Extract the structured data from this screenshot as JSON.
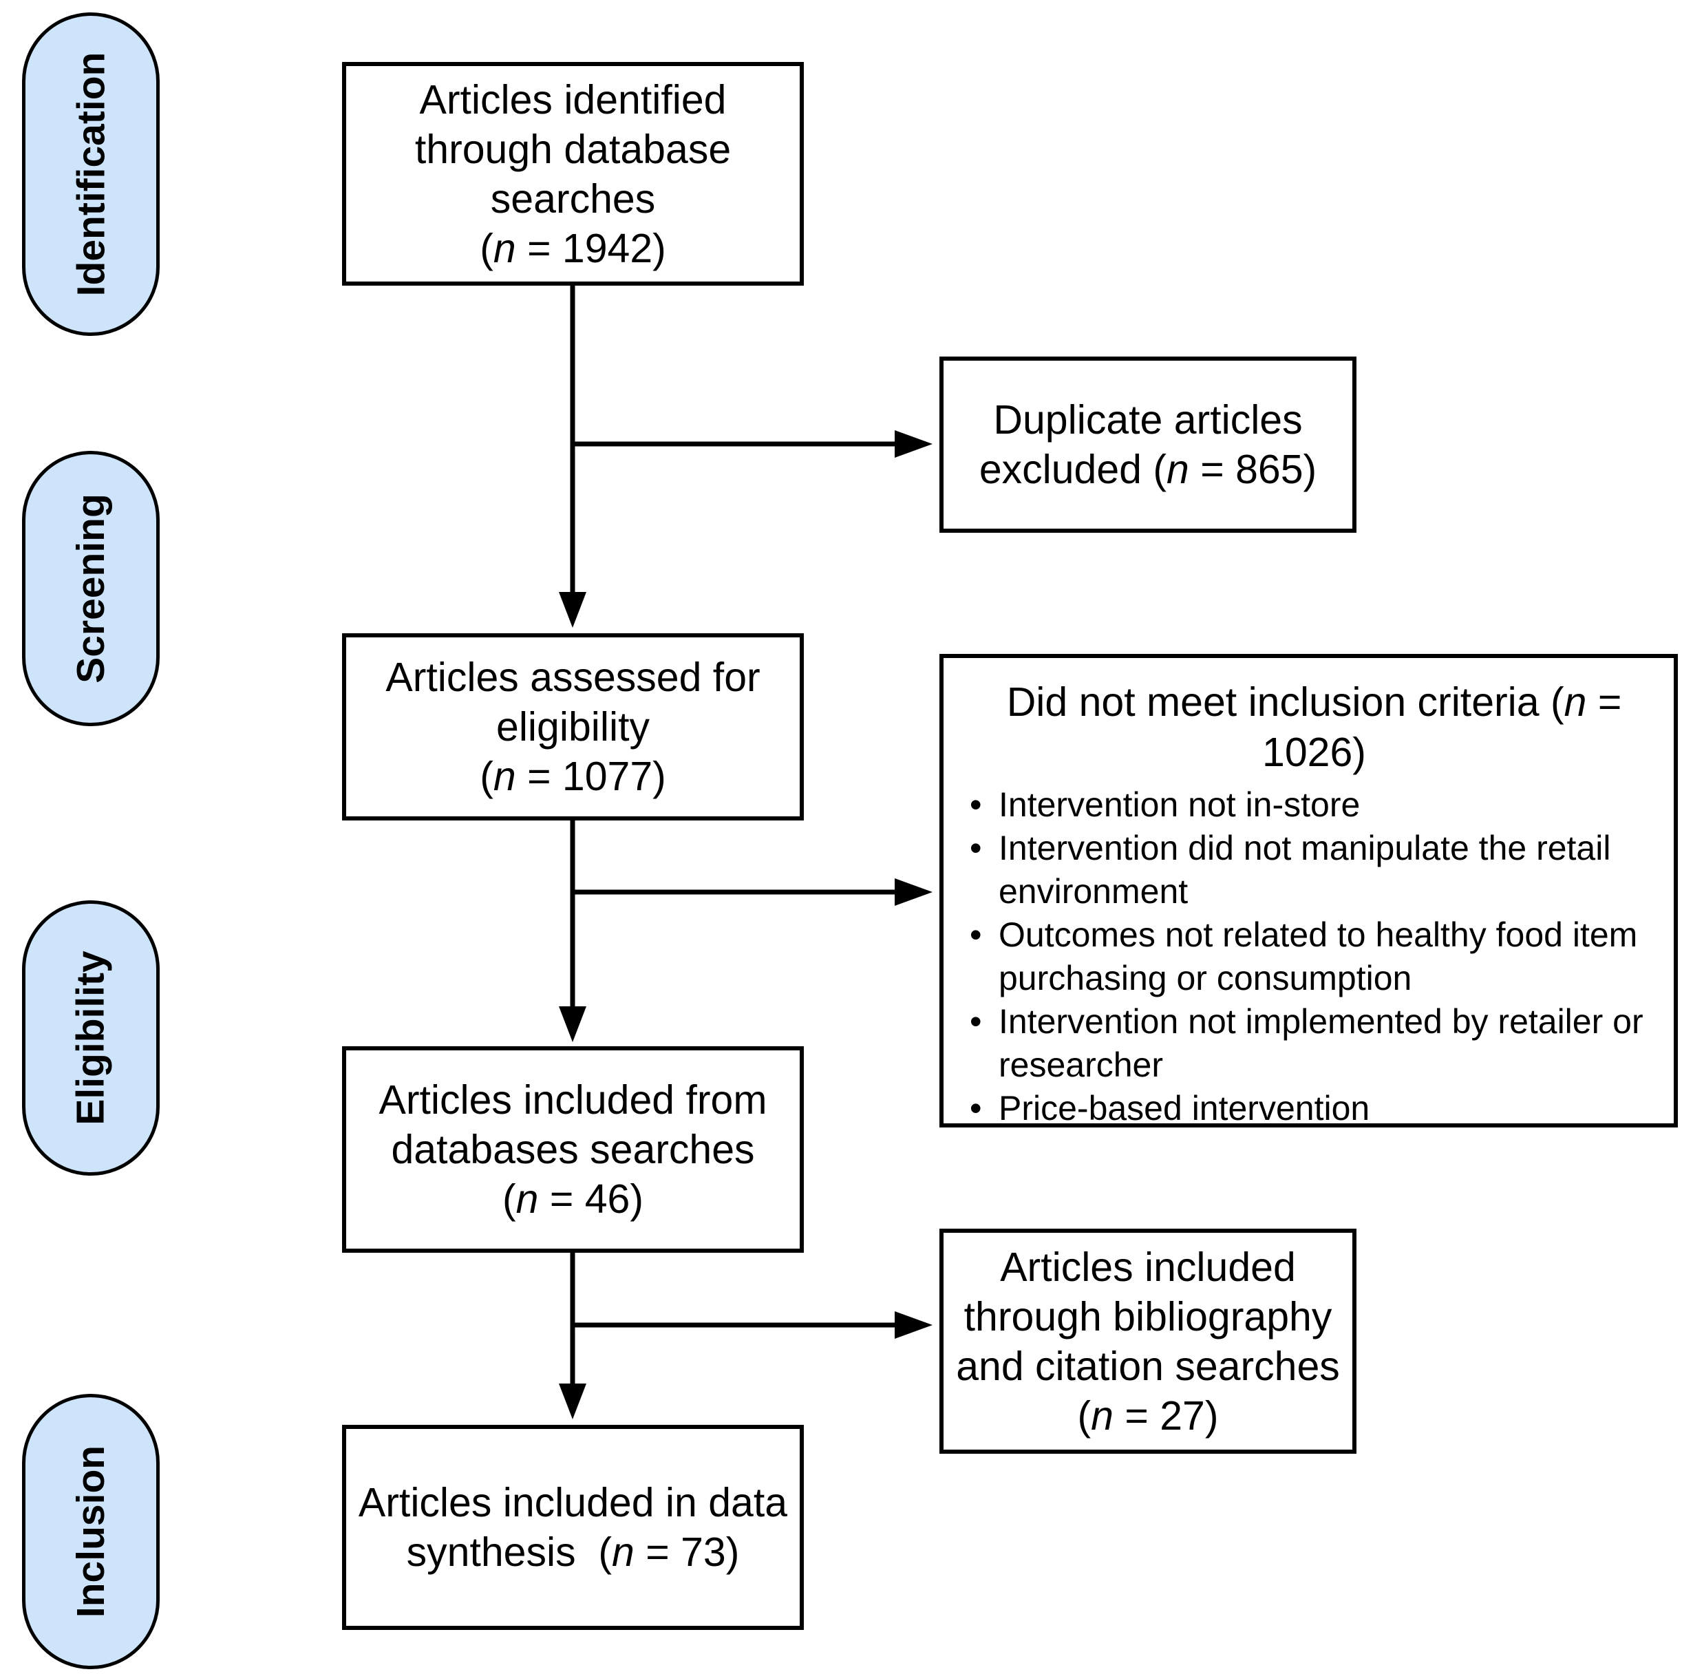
{
  "phases": {
    "identification": "Identification",
    "screening": "Screening",
    "eligibility": "Eligibility",
    "inclusion": "Inclusion"
  },
  "boxes": {
    "identified": {
      "lines": [
        "Articles identified",
        "through database",
        "searches"
      ],
      "n_open": "(",
      "n_label": "n",
      "n_value": " = 1942)"
    },
    "duplicates": {
      "line1": "Duplicate articles",
      "line2_prefix": "excluded (",
      "n_label": "n",
      "n_value": " = 865)"
    },
    "assessed": {
      "lines": [
        "Articles assessed for",
        "eligibility"
      ],
      "n_open": "(",
      "n_label": "n",
      "n_value": " = 1077)"
    },
    "not_met": {
      "head_prefix": "Did not meet inclusion criteria (",
      "n_label": "n",
      "head_suffix": " = 1026)",
      "criteria": [
        "Intervention not in-store",
        "Intervention did not manipulate the retail environment",
        "Outcomes not related to healthy food item purchasing or consumption",
        "Intervention not implemented by retailer or researcher",
        "Price-based intervention"
      ]
    },
    "included_db": {
      "lines": [
        "Articles included from",
        "databases searches"
      ],
      "n_open": "(",
      "n_label": "n",
      "n_value": " = 46)"
    },
    "biblio": {
      "lines": [
        "Articles included",
        "through bibliography",
        "and citation searches"
      ],
      "n_open": "(",
      "n_label": "n",
      "n_value": " = 27)"
    },
    "synthesis": {
      "line1": "Articles included in data",
      "line2_prefix": "synthesis  (",
      "n_label": "n",
      "n_value": " = 73)"
    }
  }
}
